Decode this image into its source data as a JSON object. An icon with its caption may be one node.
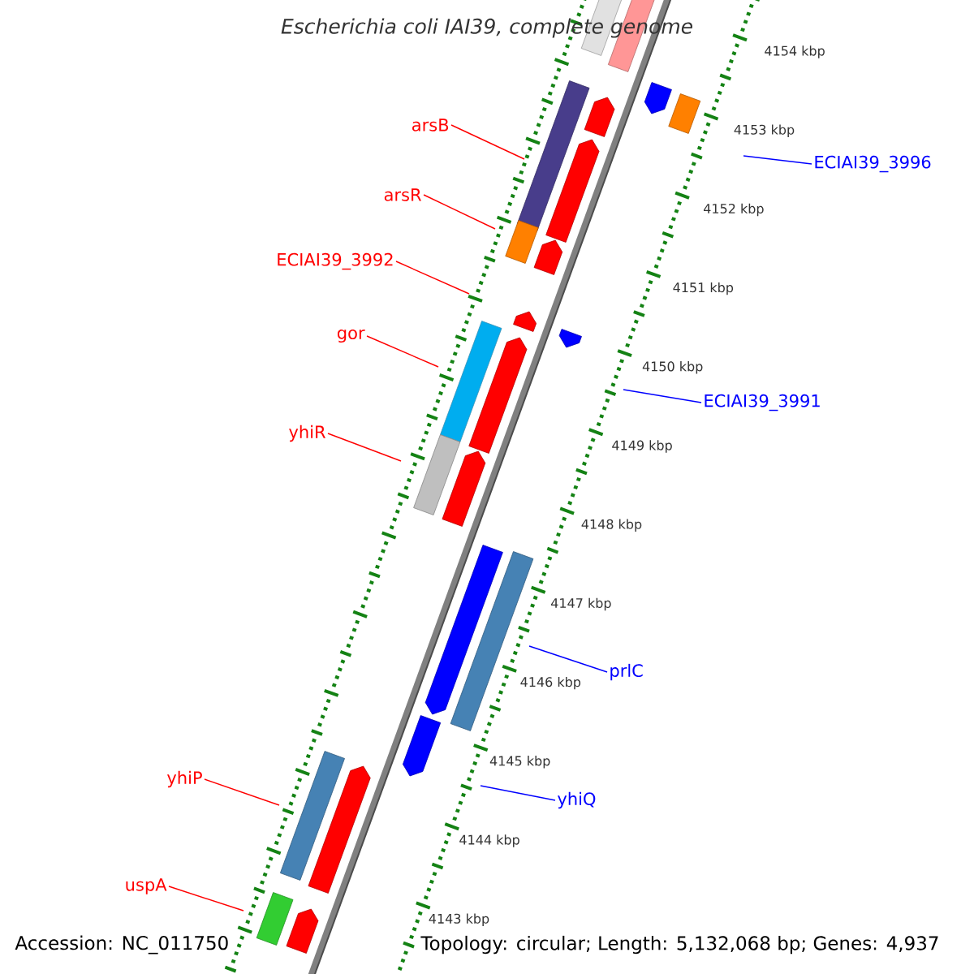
{
  "diagram": {
    "title": "Escherichia coli IAI39, complete genome",
    "nodes": [
      {
        "text": [
          "arsB"
        ]
      },
      {
        "text": [
          "ECIAI39_3996"
        ]
      },
      {
        "text": [
          "arsR"
        ]
      },
      {
        "text": [
          "ECIAI39_3992"
        ]
      },
      {
        "text": [
          "gor"
        ]
      },
      {
        "text": [
          "ECIAI39_3991"
        ]
      },
      {
        "text": [
          "yhiR"
        ]
      },
      {
        "text": [
          "prlC"
        ]
      },
      {
        "text": [
          "yhiP"
        ]
      },
      {
        "text": [
          "yhiQ"
        ]
      },
      {
        "text": [
          "uspA"
        ]
      }
    ],
    "edges": [
      {
        "from": 0,
        "to": null,
        "arrow": "none"
      },
      {
        "from": 1,
        "to": null,
        "arrow": "none",
        "color": "#0000ff"
      },
      {
        "from": 2,
        "to": null,
        "arrow": "none"
      },
      {
        "from": 3,
        "to": null,
        "arrow": "none"
      },
      {
        "from": 4,
        "to": null,
        "arrow": "none"
      },
      {
        "from": 5,
        "to": null,
        "arrow": "none",
        "color": "#0000ff"
      },
      {
        "from": 6,
        "to": null,
        "arrow": "none"
      },
      {
        "from": 7,
        "to": null,
        "arrow": "none",
        "color": "#0000ff"
      },
      {
        "from": 8,
        "to": null,
        "arrow": "none"
      },
      {
        "from": 9,
        "to": null,
        "arrow": "none",
        "color": "#0000ff"
      },
      {
        "from": 10,
        "to": null,
        "arrow": "none"
      }
    ],
    "labels": [
      "4154 kbp",
      "4153 kbp",
      "4152 kbp",
      "4151 kbp",
      "4150 kbp",
      "4149 kbp",
      "4148 kbp",
      "4147 kbp",
      "4146 kbp",
      "4145 kbp",
      "4144 kbp",
      "4143 kbp",
      "Accession: NC_011750",
      "Topology: circular; Length: 5,132,068 bp; Genes: 4,937"
    ]
  }
}
